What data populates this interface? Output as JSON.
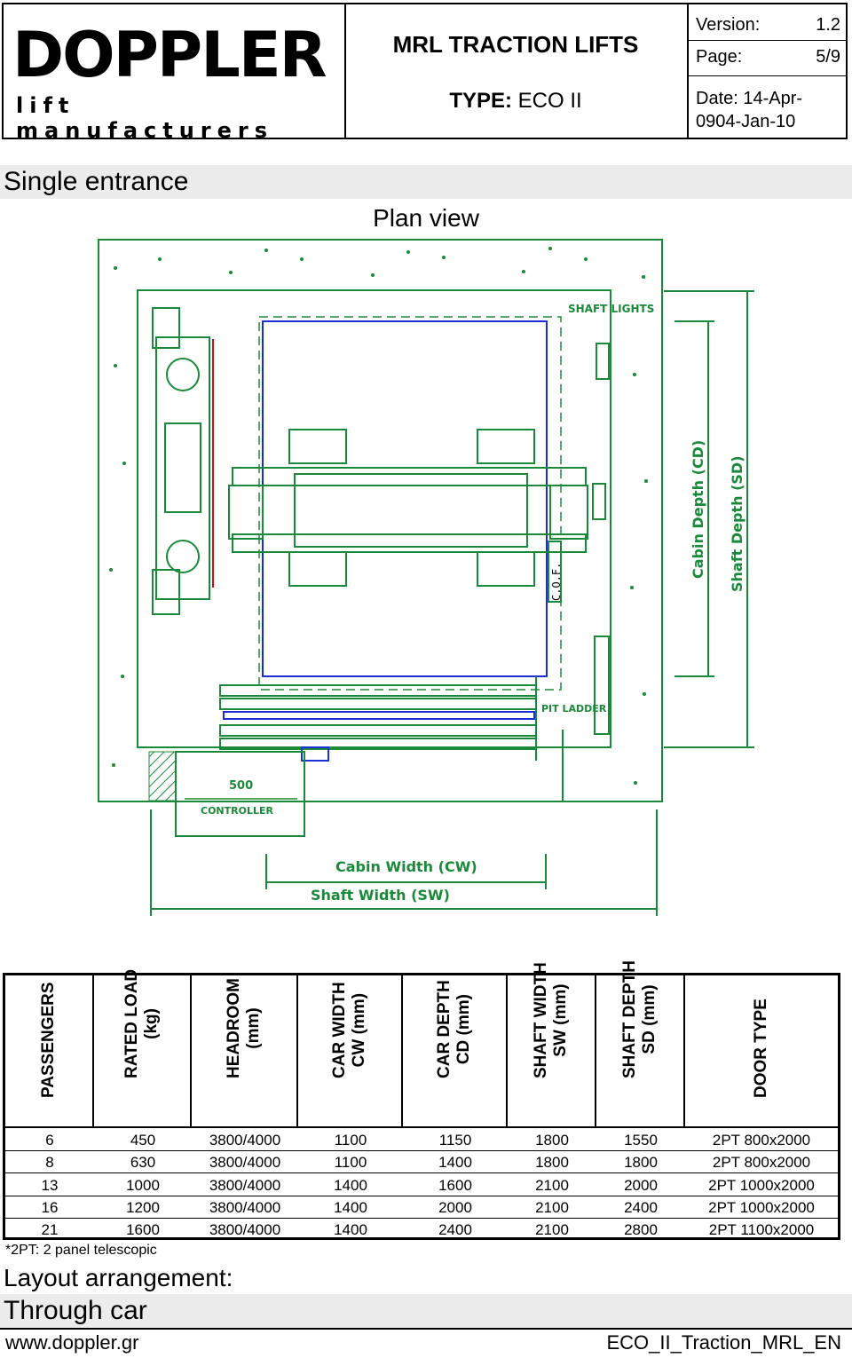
{
  "header": {
    "logo_word": "DOPPLER",
    "logo_sub": "lift manufacturers",
    "title": "MRL TRACTION LIFTS",
    "type_label": "TYPE:",
    "type_value": "ECO II",
    "version_label": "Version:",
    "version_value": "1.2",
    "page_label": "Page:",
    "page_value": "5/9",
    "date_line1": "Date: 14-Apr-",
    "date_line2": "0904-Jan-10"
  },
  "section_title": "Single entrance",
  "plan_title": "Plan view",
  "drawing": {
    "labels": {
      "shaft_lights": "SHAFT LIGHTS",
      "cabin_depth": "Cabin Depth (CD)",
      "shaft_depth": "Shaft Depth (SD)",
      "cof": "C.O.F.",
      "pit_ladder": "PIT LADDER",
      "dim_500": "500",
      "controller": "CONTROLLER",
      "cabin_width": "Cabin Width (CW)",
      "shaft_width": "Shaft Width (SW)"
    }
  },
  "table": {
    "headers": [
      [
        "PASSENGERS"
      ],
      [
        "RATED LOAD",
        "(kg)"
      ],
      [
        "HEADROOM",
        "(mm)"
      ],
      [
        "CAR WIDTH",
        "CW (mm)"
      ],
      [
        "CAR DEPTH",
        "CD (mm)"
      ],
      [
        "SHAFT WIDTH",
        "SW (mm)"
      ],
      [
        "SHAFT DEPTH",
        "SD (mm)"
      ],
      [
        "DOOR TYPE"
      ]
    ],
    "rows": [
      [
        "6",
        "450",
        "3800/4000",
        "1100",
        "1150",
        "1800",
        "1550",
        "2PT 800x2000"
      ],
      [
        "8",
        "630",
        "3800/4000",
        "1100",
        "1400",
        "1800",
        "1800",
        "2PT 800x2000"
      ],
      [
        "13",
        "1000",
        "3800/4000",
        "1400",
        "1600",
        "2100",
        "2000",
        "2PT 1000x2000"
      ],
      [
        "16",
        "1200",
        "3800/4000",
        "1400",
        "2000",
        "2100",
        "2400",
        "2PT 1000x2000"
      ],
      [
        "21",
        "1600",
        "3800/4000",
        "1400",
        "2400",
        "2100",
        "2800",
        "2PT 1100x2000"
      ]
    ]
  },
  "note": "*2PT: 2 panel telescopic",
  "layout_title": "Layout arrangement:",
  "layout_value": "Through car",
  "footer_left": "www.doppler.gr",
  "footer_right": "ECO_II_Traction_MRL_EN",
  "colors": {
    "drawing_green": "#1a8a3a",
    "car_blue": "#1a2fd6",
    "rope_red": "#d01010"
  }
}
